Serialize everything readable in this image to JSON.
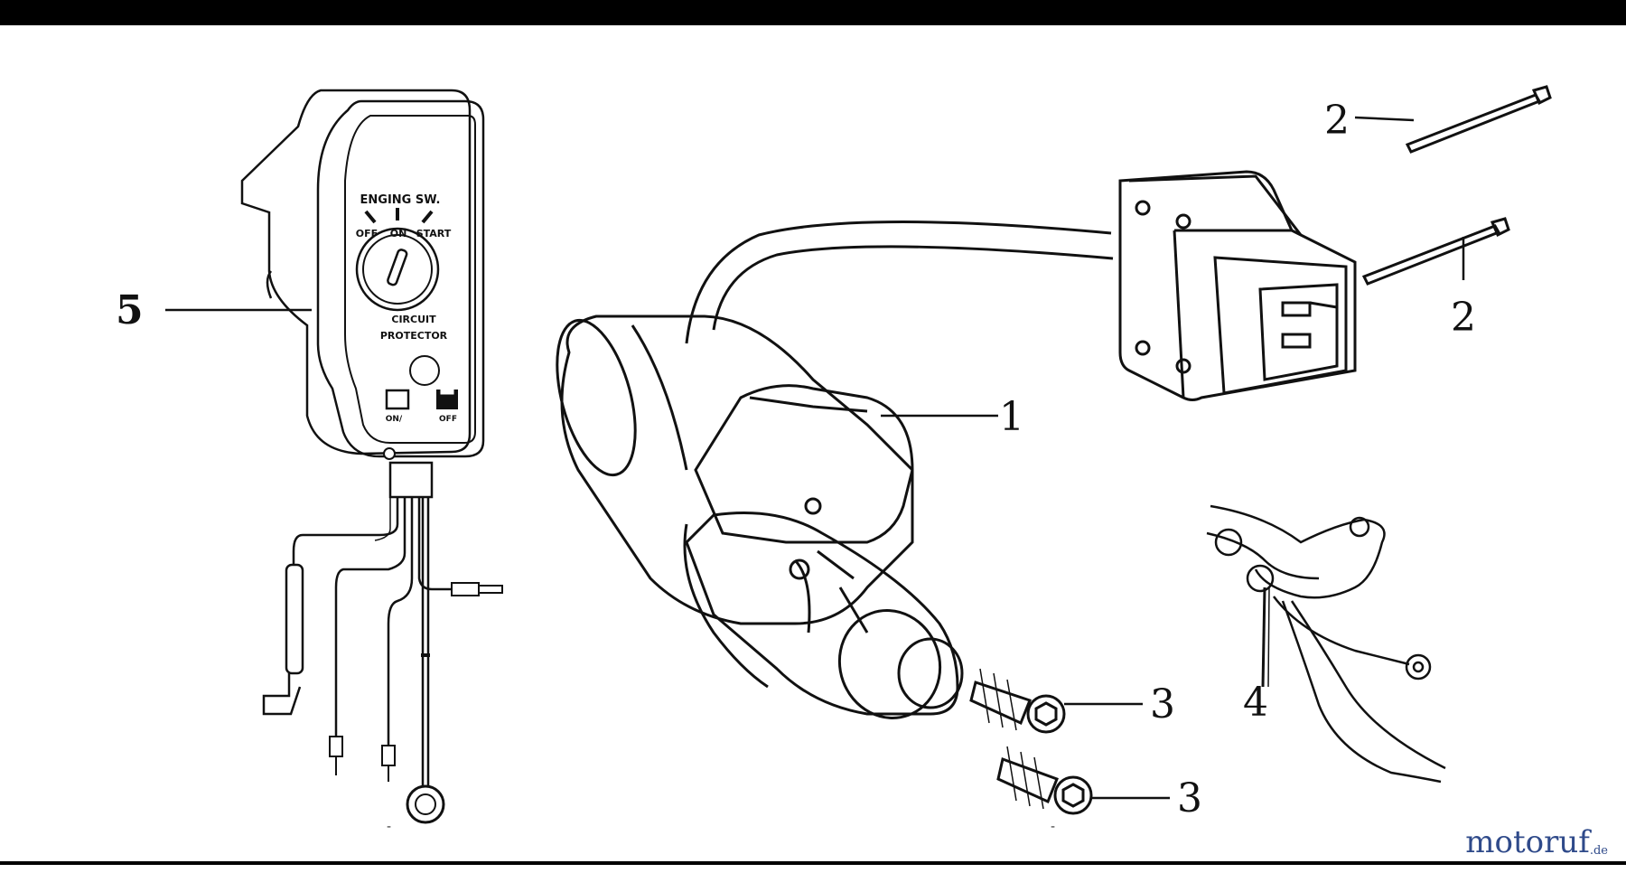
{
  "callouts": {
    "part1": "1",
    "part2_top": "2",
    "part2_bottom": "2",
    "part3_top": "3",
    "part3_bottom": "3",
    "part4": "4",
    "part5": "5"
  },
  "switch_panel": {
    "title": "ENGING SW.",
    "pos_off": "OFF",
    "pos_on": "ON",
    "pos_start": "START",
    "protector_line1": "CIRCUIT",
    "protector_line2": "PROTECTOR",
    "label_on": "ON/",
    "label_off": "OFF"
  },
  "footer_marks": {
    "left": "-",
    "right": "-"
  },
  "watermark": {
    "name": "motoruf",
    "tld": ".de"
  },
  "colors": {
    "line": "#111111",
    "brand": "#2f4a8a",
    "brand_accent": "#e8902c"
  }
}
